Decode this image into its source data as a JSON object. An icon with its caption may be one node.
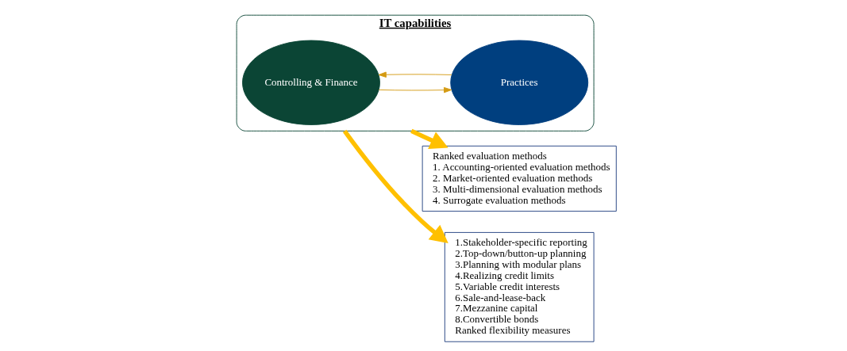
{
  "diagram": {
    "nodes": [
      {
        "text": [
          "IT capabilities"
        ]
      },
      {
        "text": [
          "Controlling & Finance"
        ],
        "in": 0
      },
      {
        "text": [
          "Practices"
        ],
        "in": 0
      },
      {
        "text": [
          "Ranked evaluation methods",
          "1. Accounting-oriented evaluation methods",
          "2. Market-oriented evaluation methods",
          "3. Multi-dimensional evaluation methods",
          "4. Surrogate evaluation methods"
        ]
      },
      {
        "text": [
          "1.Stakeholder-specific reporting",
          "2.Top-down/button-up planning",
          "3.Planning with modular plans",
          "4.Realizing credit limits",
          "5.Variable credit interests",
          "6.Sale-and-lease-back",
          "7.Mezzanine capital",
          "8.Convertible bonds",
          "Ranked flexibility measures"
        ]
      }
    ],
    "edges": [
      {
        "from": 1,
        "to": 2,
        "arrow": "to",
        "color": "#d49a12"
      },
      {
        "from": 2,
        "to": 1,
        "arrow": "to",
        "color": "#d49a12"
      },
      {
        "from": 0,
        "to": 3,
        "arrow": "to",
        "style": "thick",
        "color": "#ffc000"
      },
      {
        "from": 0,
        "to": 4,
        "arrow": "to",
        "style": "thick",
        "color": "#ffc000"
      }
    ]
  }
}
